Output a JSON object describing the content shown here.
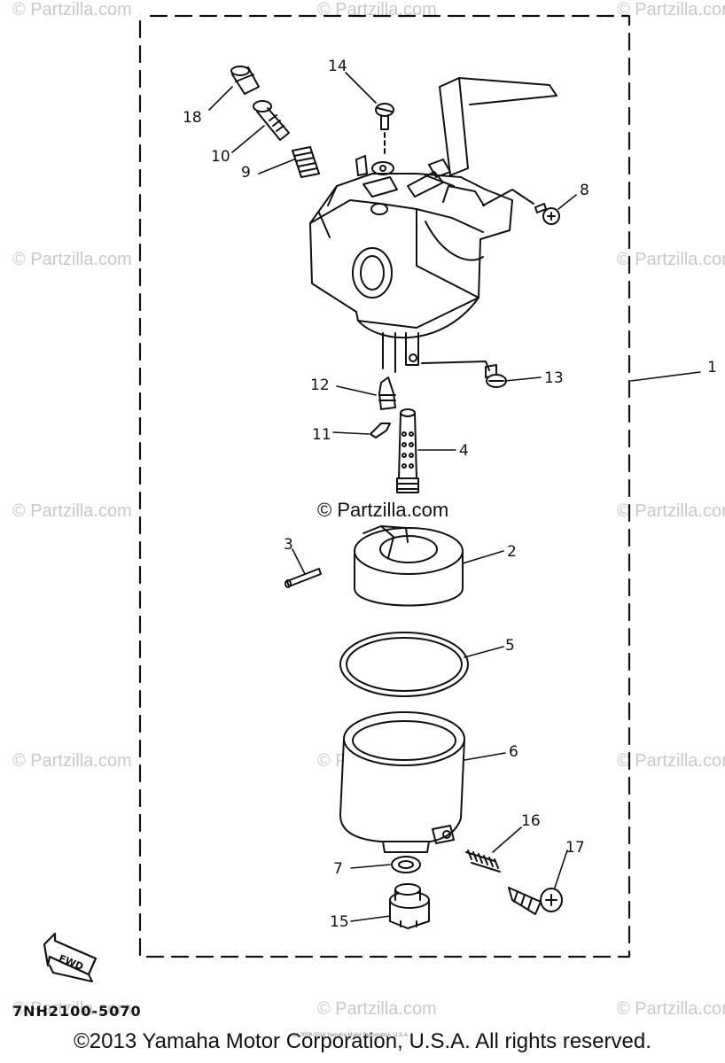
{
  "watermark": "© Partzilla.com",
  "center_watermark": "© Partzilla.com",
  "part_code": "7NH2100-5070",
  "fwd_label": "FWD",
  "copyright": "©2013 Yamaha Motor Corporation, U.S.A. All rights reserved.",
  "tiny_text": "(c) 2009-2016 Yamaha Motor Corporation, U.S.A.",
  "callouts": [
    "1",
    "2",
    "3",
    "4",
    "5",
    "6",
    "7",
    "8",
    "9",
    "10",
    "11",
    "12",
    "13",
    "14",
    "15",
    "16",
    "17",
    "18"
  ]
}
